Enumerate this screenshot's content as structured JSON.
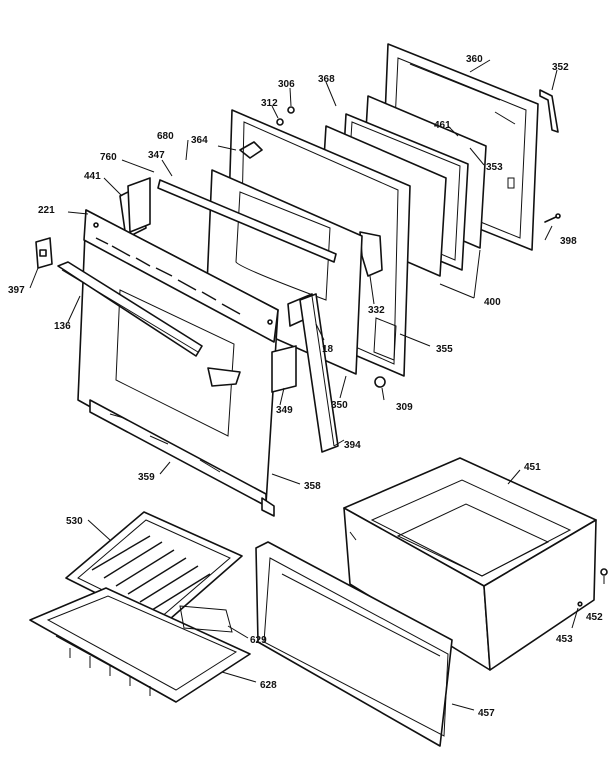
{
  "labels": {
    "l360": "360",
    "l352": "352",
    "l306": "306",
    "l368": "368",
    "l312": "312",
    "l461": "461",
    "l680": "680",
    "l364": "364",
    "l353": "353",
    "l760": "760",
    "l347": "347",
    "l441": "441",
    "l221": "221",
    "l398": "398",
    "l397": "397",
    "l332": "332",
    "l400": "400",
    "l136": "136",
    "l18": "18",
    "l355": "355",
    "l349": "349",
    "l350": "350",
    "l309": "309",
    "l394": "394",
    "l359": "359",
    "l358": "358",
    "l451": "451",
    "l530": "530",
    "l452": "452",
    "l453": "453",
    "l629": "629",
    "l628": "628",
    "l457": "457"
  }
}
